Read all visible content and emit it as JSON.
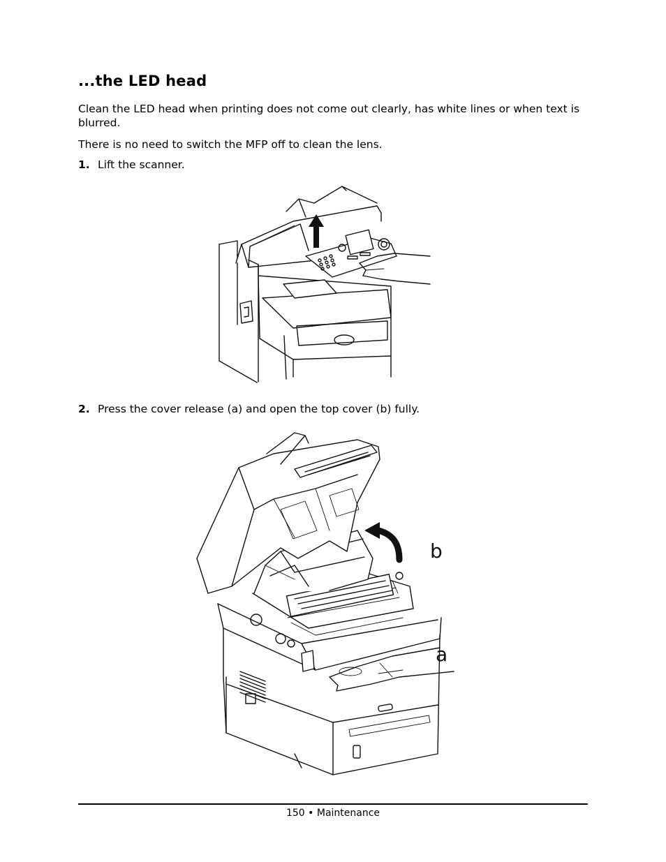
{
  "heading": "...the LED head",
  "intro": "Clean the LED head when printing does not come out clearly, has white lines or when text is blurred.",
  "note": "There is no need to switch the MFP off to clean the lens.",
  "steps": [
    {
      "number": "1.",
      "text": "Lift the scanner."
    },
    {
      "number": "2.",
      "text": "Press the cover release (a) and open the top cover (b) fully."
    }
  ],
  "figure2_labels": {
    "b": "b",
    "a": "a"
  },
  "footer": {
    "page": "150",
    "separator": "•",
    "section": "Maintenance"
  }
}
